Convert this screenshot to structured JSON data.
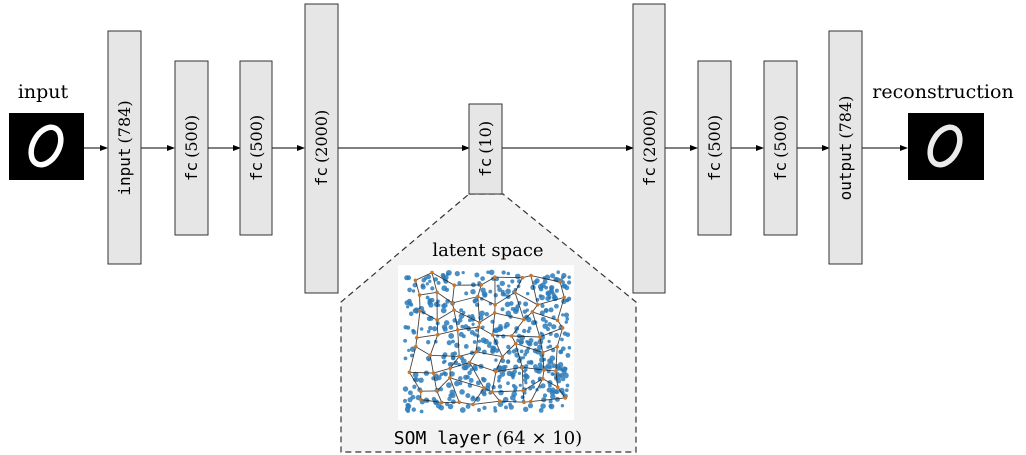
{
  "labels": {
    "input": "input",
    "reconstruction": "reconstruction",
    "latent_space": "latent space",
    "som_name": "SOM layer",
    "som_size": "(64 × 10)"
  },
  "layers": [
    {
      "kind": "input",
      "size": "(784)"
    },
    {
      "kind": "fc",
      "size": "(500)"
    },
    {
      "kind": "fc",
      "size": "(500)"
    },
    {
      "kind": "fc",
      "size": "(2000)"
    },
    {
      "kind": "fc",
      "size": "(10)"
    },
    {
      "kind": "fc",
      "size": "(2000)"
    },
    {
      "kind": "fc",
      "size": "(500)"
    },
    {
      "kind": "fc",
      "size": "(500)"
    },
    {
      "kind": "output",
      "size": "(784)"
    }
  ],
  "images": {
    "input_digit": "0",
    "reconstruction_digit": "0"
  },
  "colors": {
    "layer_fill": "#e6e6e6",
    "layer_stroke": "#333333",
    "latent_panel_fill": "#f2f2f2",
    "points": "#2b7bba",
    "som_nodes": "#c8762b",
    "som_edges": "#222222",
    "image_bg": "#000000",
    "image_fg": "#ffffff"
  }
}
